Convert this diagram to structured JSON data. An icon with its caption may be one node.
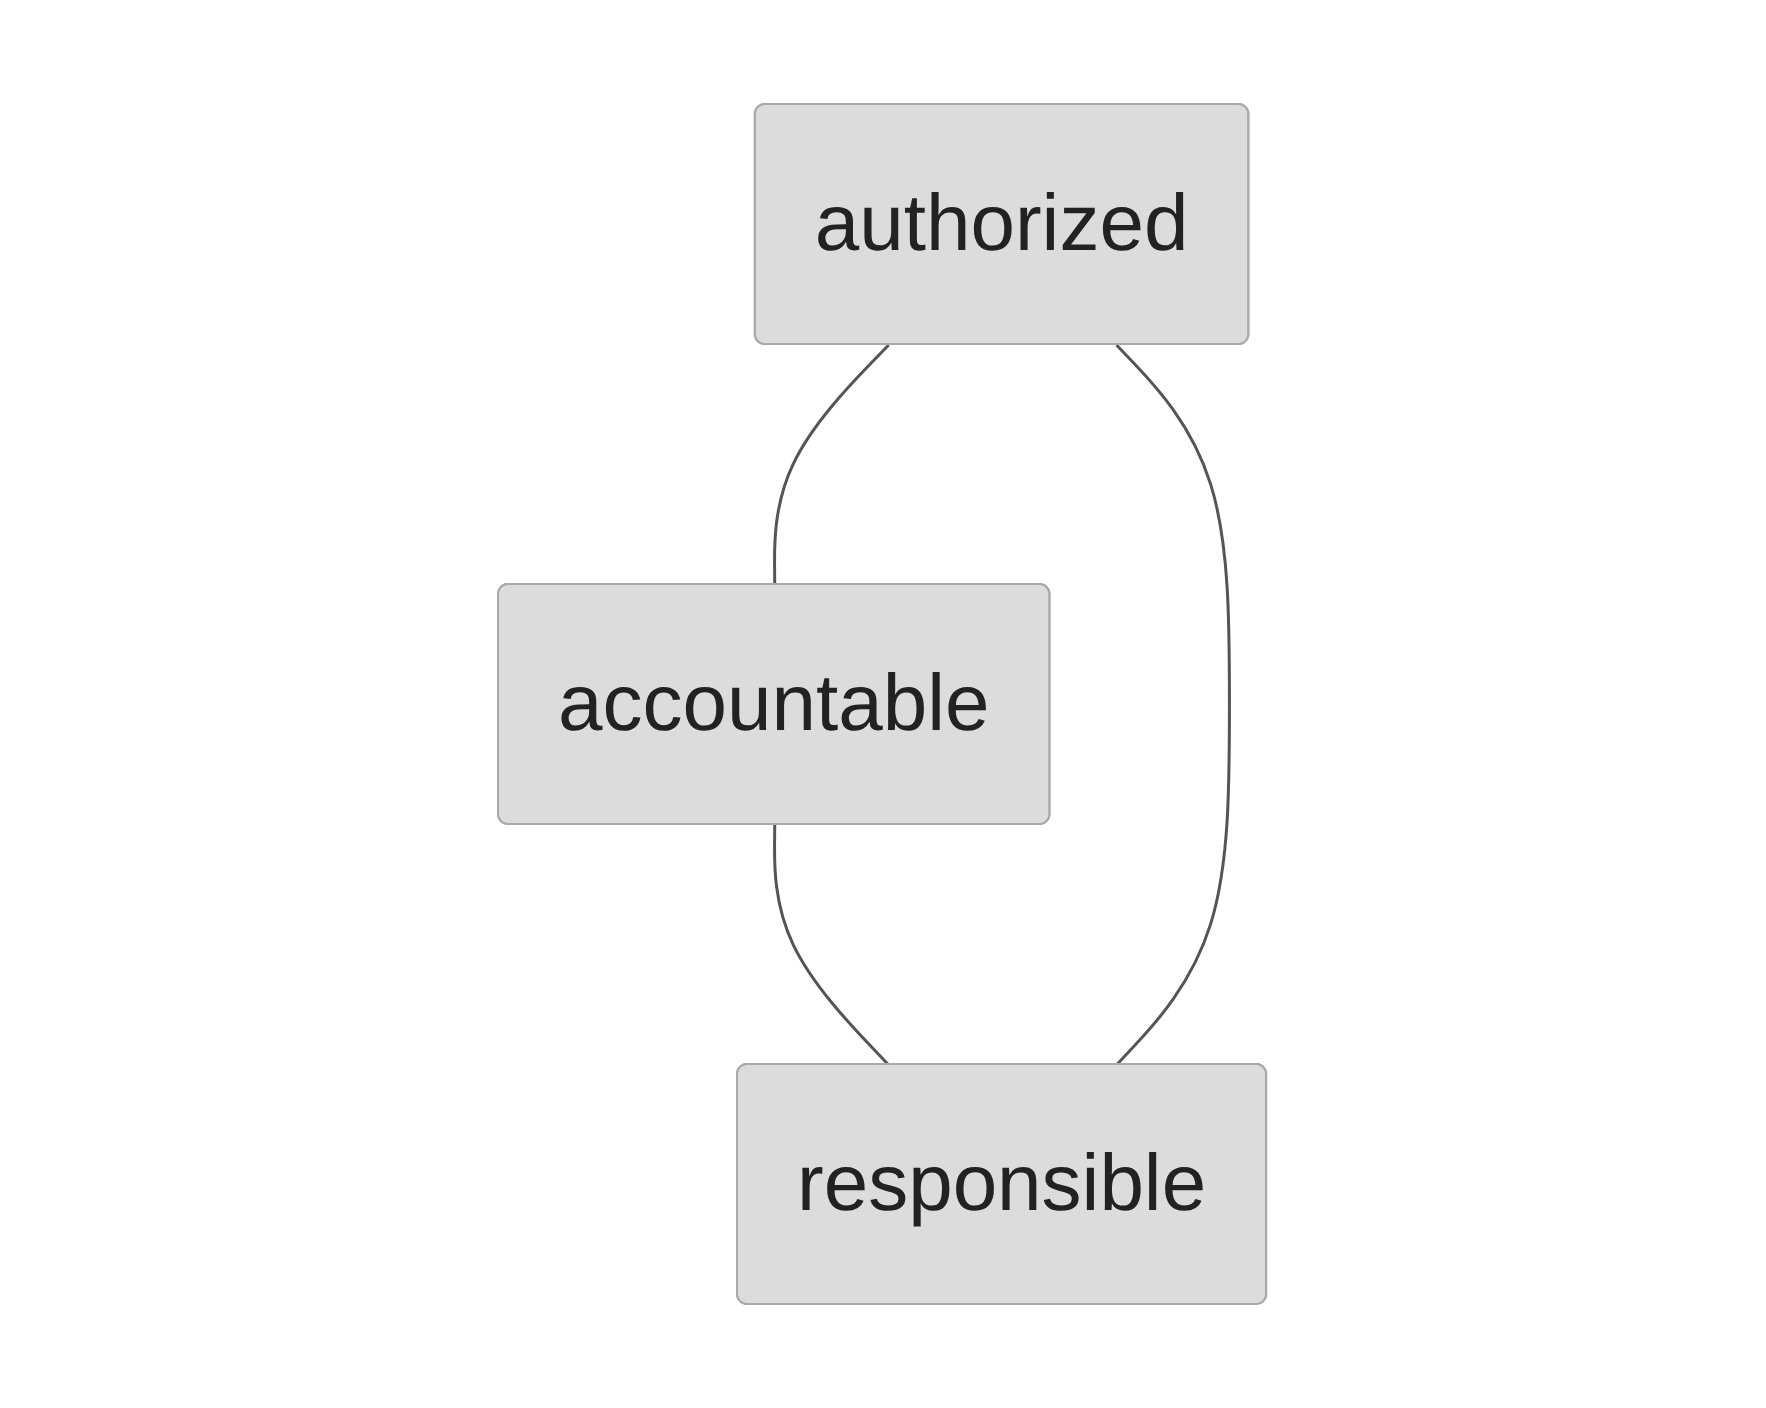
{
  "diagram": {
    "nodes": [
      {
        "text": [
          "authorized"
        ]
      },
      {
        "text": [
          "responsible"
        ]
      },
      {
        "text": [
          "accountable"
        ]
      }
    ],
    "edges": [
      {
        "from": 0,
        "to": 2,
        "arrow": "none"
      },
      {
        "from": 2,
        "to": 1,
        "arrow": "none"
      },
      {
        "from": 1,
        "to": 0,
        "arrow": "none"
      }
    ]
  }
}
